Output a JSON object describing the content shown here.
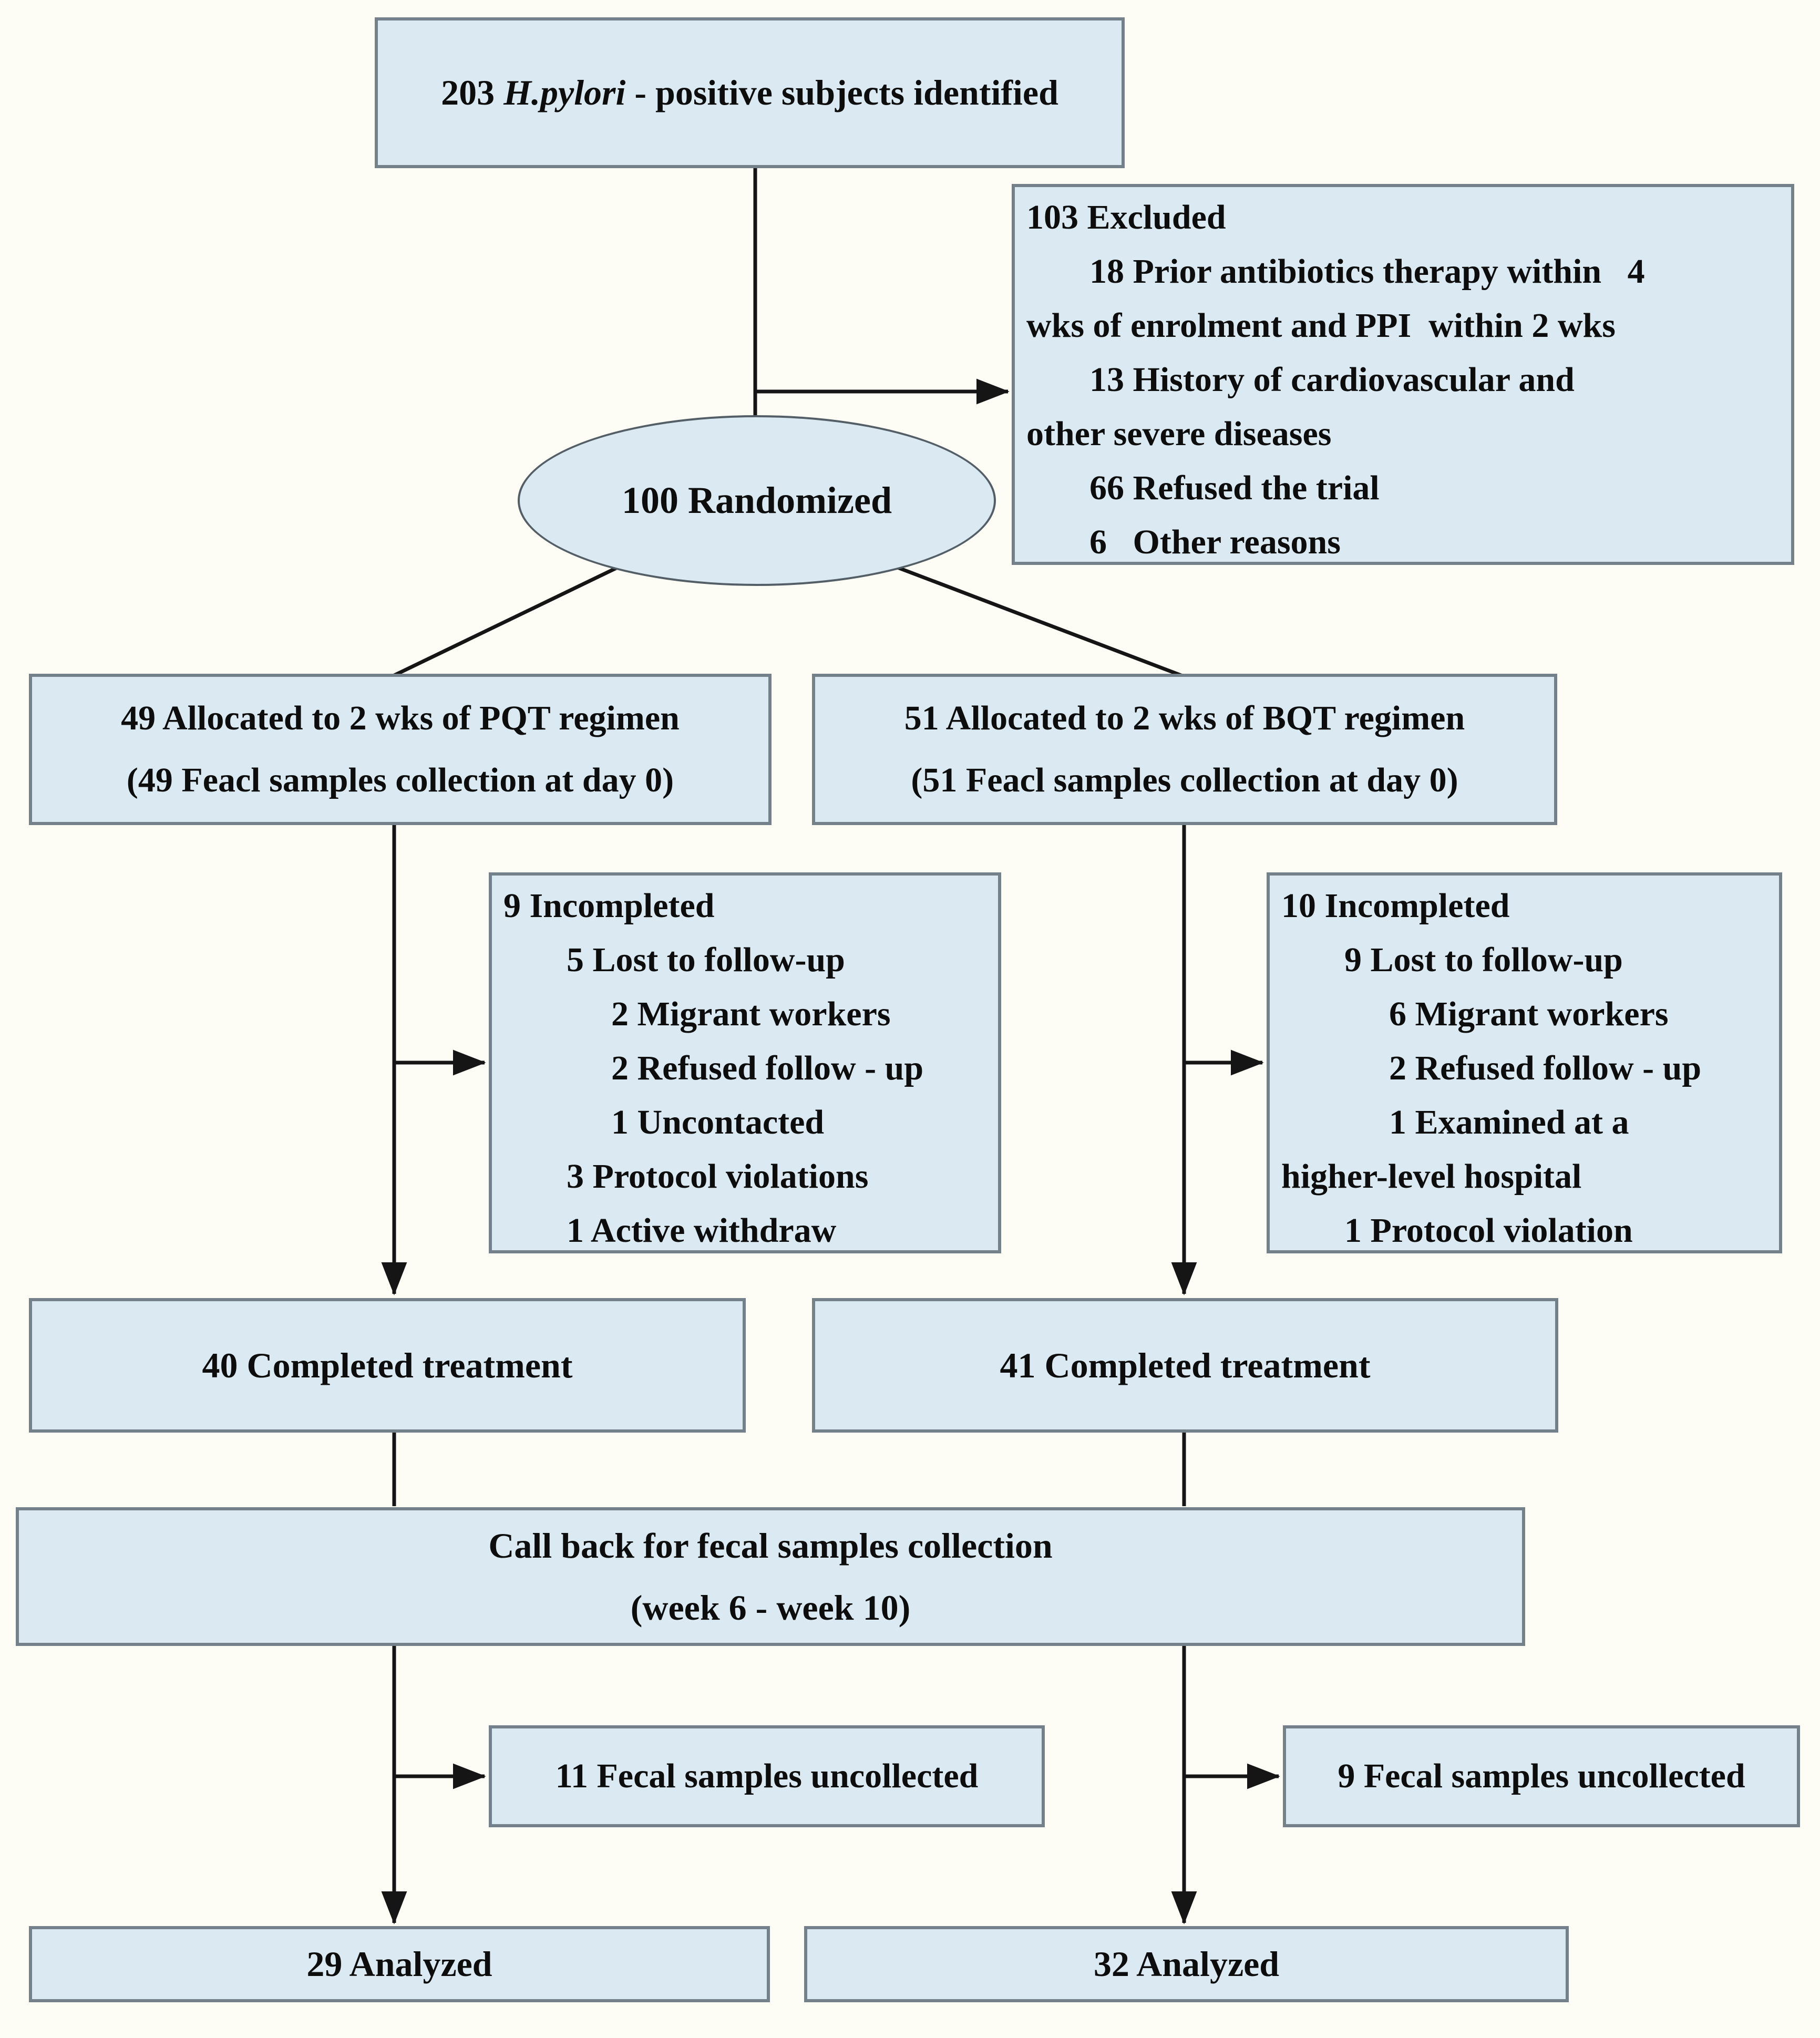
{
  "colors": {
    "node_fill": "#dbeaf2",
    "node_border": "#74808a",
    "line": "#151515",
    "background": "#fdfcf5",
    "text": "#0d0d0d"
  },
  "nodes": {
    "identified": {
      "prefix": "203 ",
      "italic": "H.pylori",
      "suffix": " - positive subjects identified"
    },
    "excluded": {
      "lines": [
        {
          "text": "103 Excluded",
          "indent": 0
        },
        {
          "text": "18 Prior antibiotics therapy within   4",
          "indent": 1
        },
        {
          "text": "wks of enrolment and PPI  within 2 wks",
          "indent": 0
        },
        {
          "text": "13 History of cardiovascular and",
          "indent": 1
        },
        {
          "text": "other severe diseases",
          "indent": 0
        },
        {
          "text": "66 Refused the trial",
          "indent": 1
        },
        {
          "text": "6   Other reasons",
          "indent": 1
        }
      ]
    },
    "randomized": {
      "label": "100 Randomized"
    },
    "alloc_pqt": {
      "lines": [
        {
          "text": "49 Allocated to 2 wks of PQT regimen",
          "indent": 0
        },
        {
          "text": "(49 Feacl samples collection at day 0)",
          "indent": 0
        }
      ]
    },
    "alloc_bqt": {
      "lines": [
        {
          "text": "51 Allocated to 2 wks of BQT regimen",
          "indent": 0
        },
        {
          "text": "(51 Feacl samples collection at day 0)",
          "indent": 0
        }
      ]
    },
    "incomplete_pqt": {
      "lines": [
        {
          "text": "9 Incompleted",
          "indent": 0
        },
        {
          "text": "5 Lost to follow-up",
          "indent": 1
        },
        {
          "text": "2 Migrant workers",
          "indent": 2
        },
        {
          "text": "2 Refused follow - up",
          "indent": 2
        },
        {
          "text": "1 Uncontacted",
          "indent": 2
        },
        {
          "text": "3 Protocol violations",
          "indent": 1
        },
        {
          "text": "1 Active withdraw",
          "indent": 1
        }
      ]
    },
    "incomplete_bqt": {
      "lines": [
        {
          "text": "10 Incompleted",
          "indent": 0
        },
        {
          "text": "9 Lost to follow-up",
          "indent": 1
        },
        {
          "text": "6 Migrant workers",
          "indent": 2
        },
        {
          "text": "2 Refused follow - up",
          "indent": 2
        },
        {
          "text": "1 Examined at a",
          "indent": 2
        },
        {
          "text": "higher-level hospital",
          "indent": 0
        },
        {
          "text": "1 Protocol violation",
          "indent": 1
        }
      ]
    },
    "completed_pqt": {
      "label": "40 Completed treatment"
    },
    "completed_bqt": {
      "label": "41 Completed treatment"
    },
    "callback": {
      "lines": [
        {
          "text": "Call back for fecal samples collection",
          "indent": 0
        },
        {
          "text": "(week 6 - week 10)",
          "indent": 0
        }
      ]
    },
    "uncollected_pqt": {
      "label": "11 Fecal samples uncollected"
    },
    "uncollected_bqt": {
      "label": "9 Fecal samples uncollected"
    },
    "analyzed_pqt": {
      "label": "29 Analyzed"
    },
    "analyzed_bqt": {
      "label": "32 Analyzed"
    }
  }
}
